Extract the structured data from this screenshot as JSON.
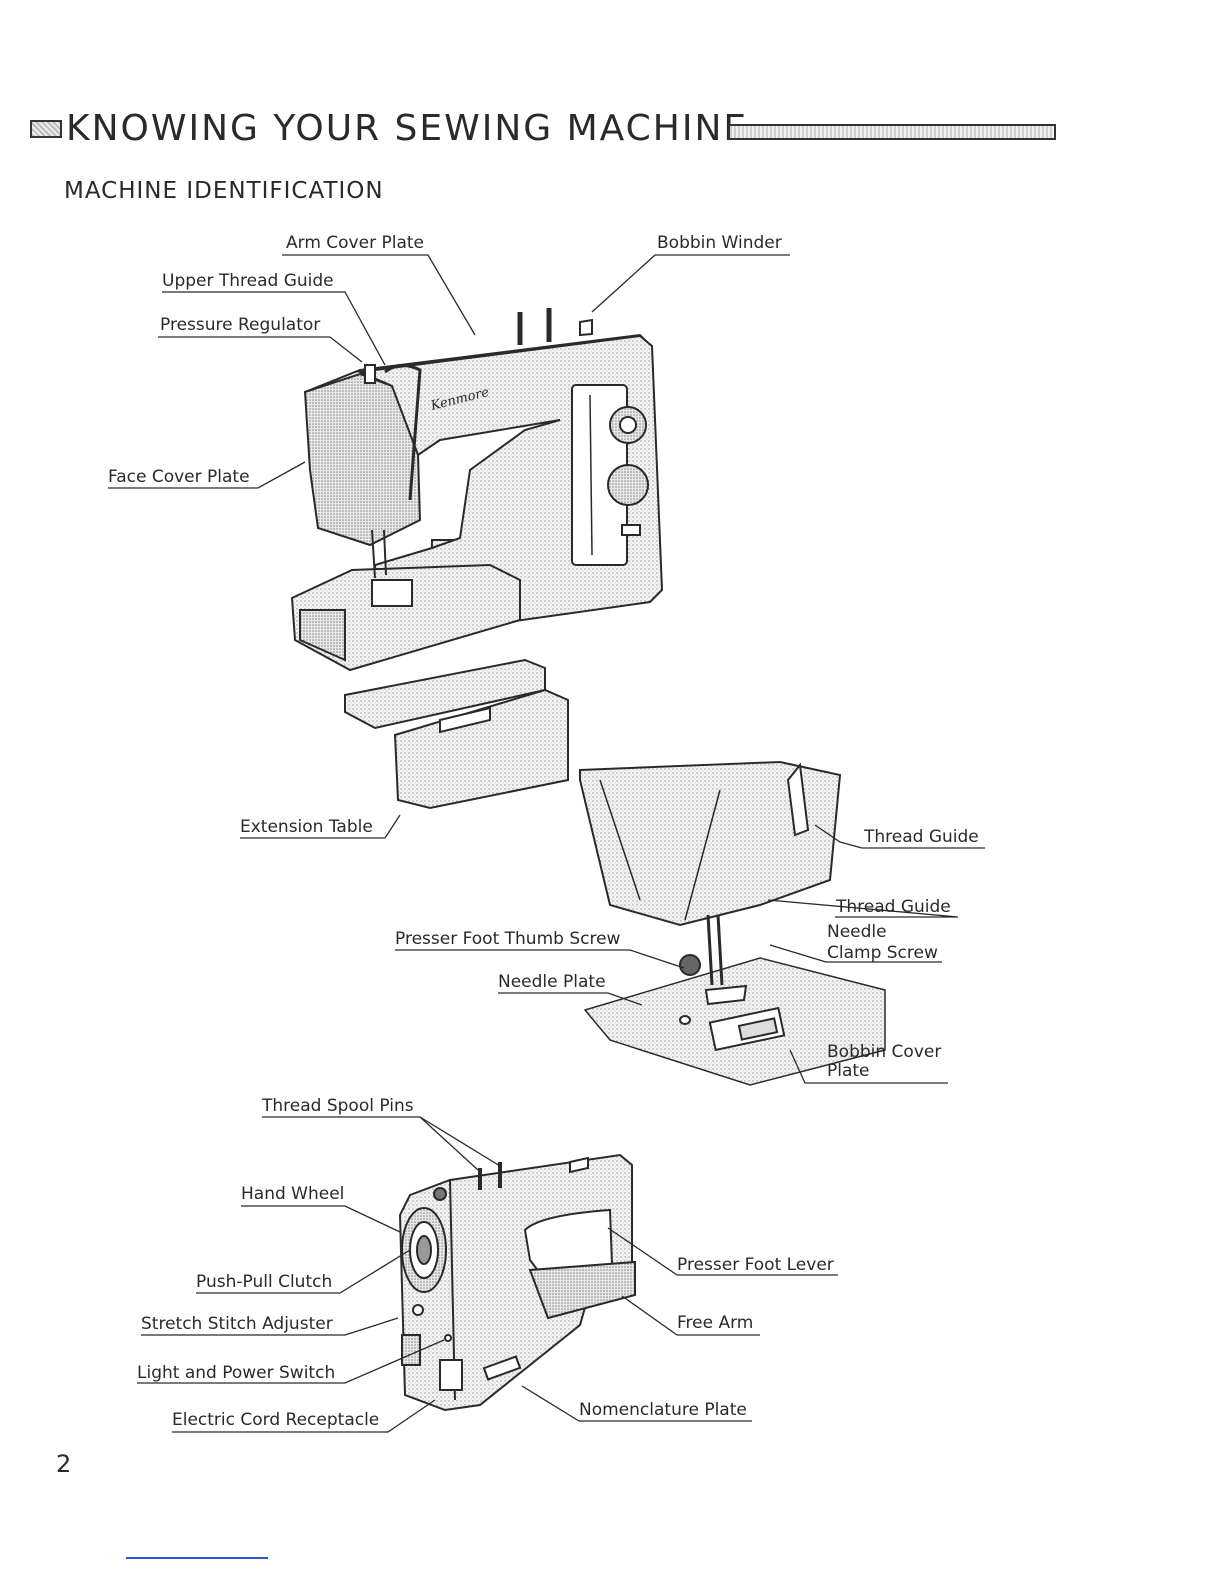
{
  "header": {
    "title": "KNOWING YOUR SEWING MACHINE",
    "subtitle": "MACHINE IDENTIFICATION"
  },
  "brand": "Kenmore",
  "labels": {
    "arm_cover_plate": "Arm Cover Plate",
    "bobbin_winder": "Bobbin Winder",
    "upper_thread_guide": "Upper Thread Guide",
    "pressure_regulator": "Pressure Regulator",
    "face_cover_plate": "Face Cover Plate",
    "extension_table": "Extension Table",
    "thread_guide_1": "Thread Guide",
    "thread_guide_2": "Thread Guide",
    "needle_clamp_screw_1": "Needle",
    "needle_clamp_screw_2": "Clamp Screw",
    "presser_foot_thumb_screw": "Presser Foot Thumb Screw",
    "needle_plate": "Needle Plate",
    "bobbin_cover_plate_1": "Bobbin Cover",
    "bobbin_cover_plate_2": "Plate",
    "thread_spool_pins": "Thread Spool Pins",
    "hand_wheel": "Hand Wheel",
    "push_pull_clutch": "Push-Pull Clutch",
    "stretch_stitch_adjuster": "Stretch Stitch Adjuster",
    "light_and_power_switch": "Light and Power Switch",
    "electric_cord_receptacle": "Electric Cord Receptacle",
    "presser_foot_lever": "Presser Foot Lever",
    "free_arm": "Free Arm",
    "nomenclature_plate": "Nomenclature Plate"
  },
  "page_number": "2"
}
